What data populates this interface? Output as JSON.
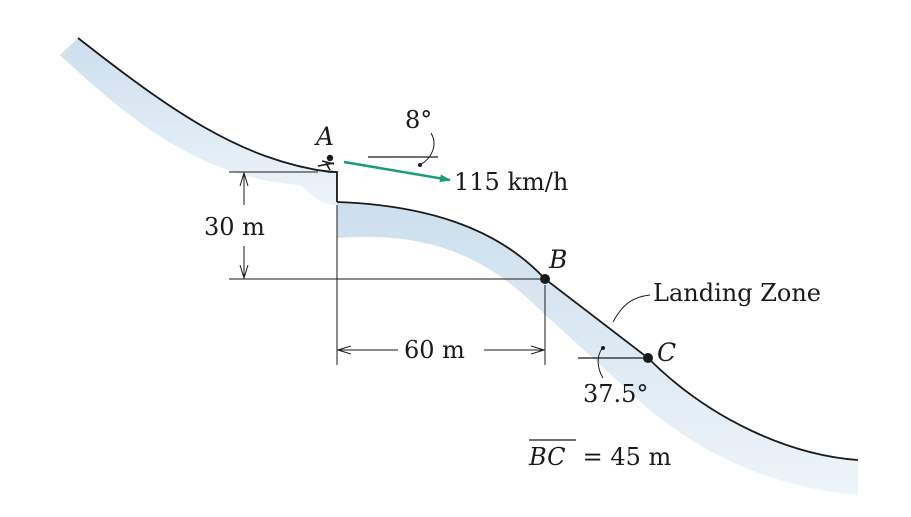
{
  "points": {
    "a": "A",
    "b": "B",
    "c": "C"
  },
  "launch": {
    "speed": "115 km/h",
    "angle": "8°"
  },
  "dimensions": {
    "drop": "30 m",
    "horizontal": "60 m",
    "slope_angle": "37.5°"
  },
  "landing_zone": "Landing Zone",
  "segment": {
    "name": "BC",
    "value": " = 45 m"
  },
  "colors": {
    "arrow": "#1a9e6e",
    "snow": "#cfe1ee",
    "line": "#1a1a1a"
  }
}
